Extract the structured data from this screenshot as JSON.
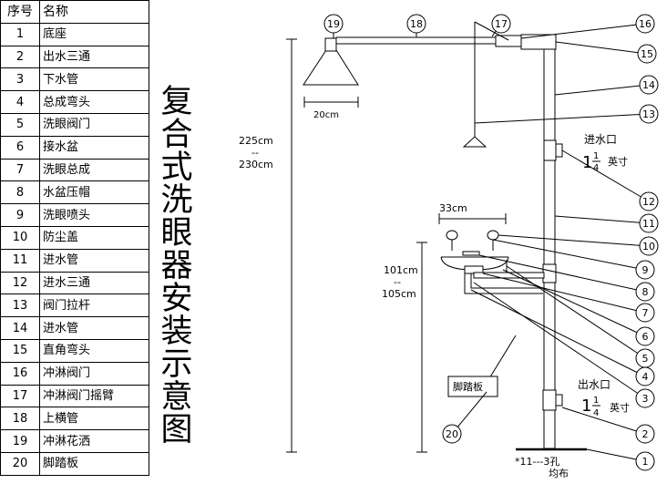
{
  "table": {
    "headers": [
      "序号",
      "名称"
    ],
    "rows": [
      {
        "no": "1",
        "name": "底座"
      },
      {
        "no": "2",
        "name": "出水三通"
      },
      {
        "no": "3",
        "name": "下水管"
      },
      {
        "no": "4",
        "name": "总成弯头"
      },
      {
        "no": "5",
        "name": "洗眼阀门"
      },
      {
        "no": "6",
        "name": "接水盆"
      },
      {
        "no": "7",
        "name": "洗眼总成"
      },
      {
        "no": "8",
        "name": "水盆压帽"
      },
      {
        "no": "9",
        "name": "洗眼喷头"
      },
      {
        "no": "10",
        "name": "防尘盖"
      },
      {
        "no": "11",
        "name": "进水管"
      },
      {
        "no": "12",
        "name": "进水三通"
      },
      {
        "no": "13",
        "name": "阀门拉杆"
      },
      {
        "no": "14",
        "name": "进水管"
      },
      {
        "no": "15",
        "name": "直角弯头"
      },
      {
        "no": "16",
        "name": "冲淋阀门"
      },
      {
        "no": "17",
        "name": "冲淋阀门摇臂"
      },
      {
        "no": "18",
        "name": "上横管"
      },
      {
        "no": "19",
        "name": "冲淋花洒"
      },
      {
        "no": "20",
        "name": "脚踏板"
      }
    ]
  },
  "title": "复合式洗眼器安装示意图",
  "dimensions": {
    "shower_width": "20cm",
    "total_height_1": "225cm",
    "dash": "--",
    "total_height_2": "230cm",
    "basin_width": "33cm",
    "basin_height_1": "101cm",
    "basin_height_2": "105cm"
  },
  "inlet": {
    "label": "进水口",
    "size_whole": "1",
    "size_num": "1",
    "size_den": "4",
    "unit": "英寸"
  },
  "outlet": {
    "label": "出水口",
    "size_whole": "1",
    "size_num": "1",
    "size_den": "4",
    "unit": "英寸"
  },
  "pedal_label": "脚踏板",
  "base_note_1": "*11---3孔",
  "base_note_2": "均布",
  "callouts": [
    "1",
    "2",
    "3",
    "4",
    "5",
    "6",
    "7",
    "8",
    "9",
    "10",
    "11",
    "12",
    "13",
    "14",
    "15",
    "16",
    "17",
    "18",
    "19",
    "20"
  ]
}
